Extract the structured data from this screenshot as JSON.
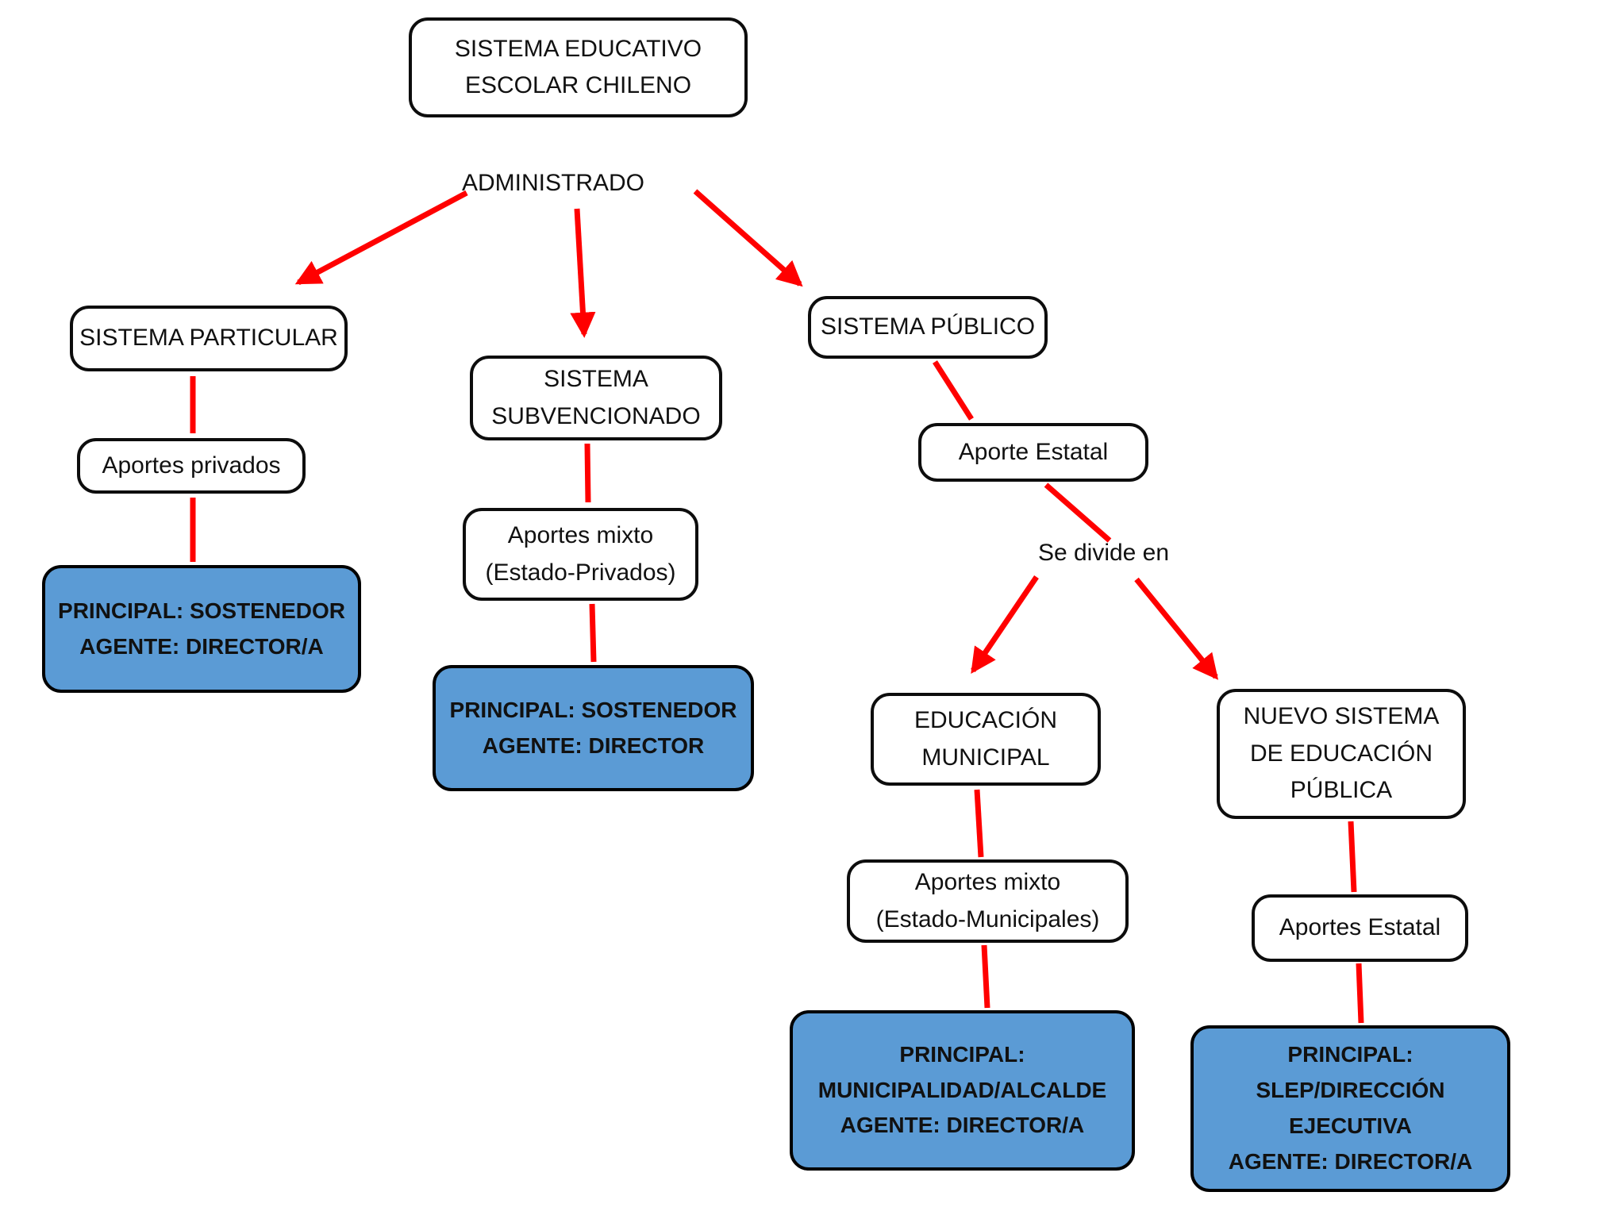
{
  "title": "SISTEMA EDUCATIVO ESCOLAR CHILENO",
  "colors": {
    "highlight_blue": "#5B9BD5",
    "connector_red": "#FF0000",
    "box_border_black": "#000000",
    "text_black": "#111111",
    "background_white": "#FFFFFF"
  },
  "nodes": {
    "root": {
      "label": "SISTEMA EDUCATIVO\nESCOLAR CHILENO"
    },
    "administrado": {
      "label": "ADMINISTRADO"
    },
    "sistema_particular": {
      "label": "SISTEMA PARTICULAR"
    },
    "aportes_privados": {
      "label": "Aportes privados"
    },
    "principal_particular": {
      "label": "PRINCIPAL: SOSTENEDOR\nAGENTE: DIRECTOR/A"
    },
    "sistema_subvencionado": {
      "label": "SISTEMA\nSUBVENCIONADO"
    },
    "aportes_mixto_privados": {
      "label": "Aportes mixto\n(Estado-Privados)"
    },
    "principal_subvencionado": {
      "label": "PRINCIPAL: SOSTENEDOR\nAGENTE: DIRECTOR"
    },
    "sistema_publico": {
      "label": "SISTEMA PÚBLICO"
    },
    "aporte_estatal": {
      "label": "Aporte Estatal"
    },
    "se_divide_en": {
      "label": "Se divide en"
    },
    "educacion_municipal": {
      "label": "EDUCACIÓN\nMUNICIPAL"
    },
    "nuevo_sistema": {
      "label": "NUEVO SISTEMA\nDE EDUCACIÓN\nPÚBLICA"
    },
    "aportes_mixto_municipales": {
      "label": "Aportes mixto\n(Estado-Municipales)"
    },
    "aportes_estatal_nuevo": {
      "label": "Aportes Estatal"
    },
    "principal_municipal": {
      "label": "PRINCIPAL:\nMUNICIPALIDAD/ALCALDE\nAGENTE: DIRECTOR/A"
    },
    "principal_slep": {
      "label": "PRINCIPAL:\nSLEP/DIRECCIÓN\nEJECUTIVA\nAGENTE: DIRECTOR/A"
    }
  },
  "edges": [
    {
      "from": "administrado",
      "to": "sistema_particular",
      "arrow": true
    },
    {
      "from": "administrado",
      "to": "sistema_subvencionado",
      "arrow": true
    },
    {
      "from": "administrado",
      "to": "sistema_publico",
      "arrow": true
    },
    {
      "from": "sistema_particular",
      "to": "aportes_privados",
      "arrow": false
    },
    {
      "from": "aportes_privados",
      "to": "principal_particular",
      "arrow": false
    },
    {
      "from": "sistema_subvencionado",
      "to": "aportes_mixto_privados",
      "arrow": false
    },
    {
      "from": "aportes_mixto_privados",
      "to": "principal_subvencionado",
      "arrow": false
    },
    {
      "from": "sistema_publico",
      "to": "aporte_estatal",
      "arrow": false
    },
    {
      "from": "aporte_estatal",
      "to": "se_divide_en",
      "arrow": false
    },
    {
      "from": "se_divide_en",
      "to": "educacion_municipal",
      "arrow": true
    },
    {
      "from": "se_divide_en",
      "to": "nuevo_sistema",
      "arrow": true
    },
    {
      "from": "educacion_municipal",
      "to": "aportes_mixto_municipales",
      "arrow": false
    },
    {
      "from": "aportes_mixto_municipales",
      "to": "principal_municipal",
      "arrow": false
    },
    {
      "from": "nuevo_sistema",
      "to": "aportes_estatal_nuevo",
      "arrow": false
    },
    {
      "from": "aportes_estatal_nuevo",
      "to": "principal_slep",
      "arrow": false
    }
  ]
}
